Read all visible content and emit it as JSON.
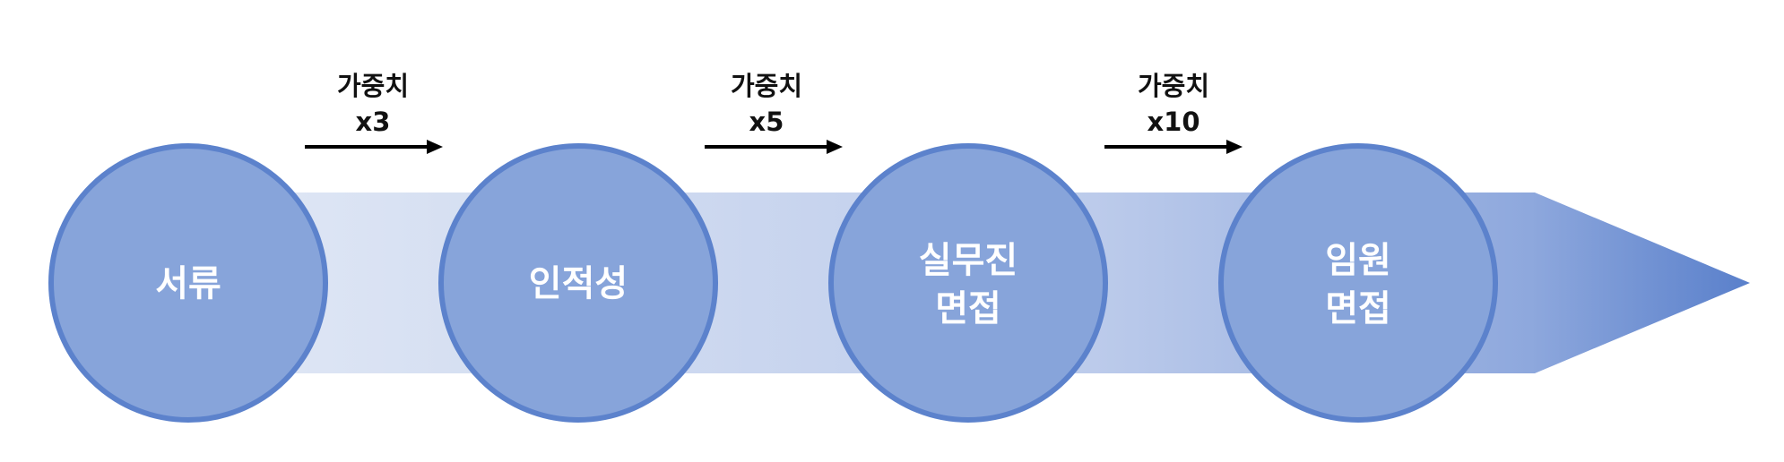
{
  "stages": [
    {
      "lines": [
        "서류"
      ]
    },
    {
      "lines": [
        "인적성"
      ]
    },
    {
      "lines": [
        "실무진",
        "면접"
      ]
    },
    {
      "lines": [
        "임원",
        "면접"
      ]
    }
  ],
  "transitions": [
    {
      "label": "가중치",
      "weight": "x3"
    },
    {
      "label": "가중치",
      "weight": "x5"
    },
    {
      "label": "가중치",
      "weight": "x10"
    }
  ],
  "colors": {
    "circle_fill": "#87a4da",
    "circle_stroke": "#5c82cc",
    "band_light": "#dde5f4",
    "band_mid": "#a9bde6",
    "band_dark": "#5a80cb",
    "arrow": "#000000",
    "stage_text": "#ffffff",
    "weight_text": "#111111"
  }
}
